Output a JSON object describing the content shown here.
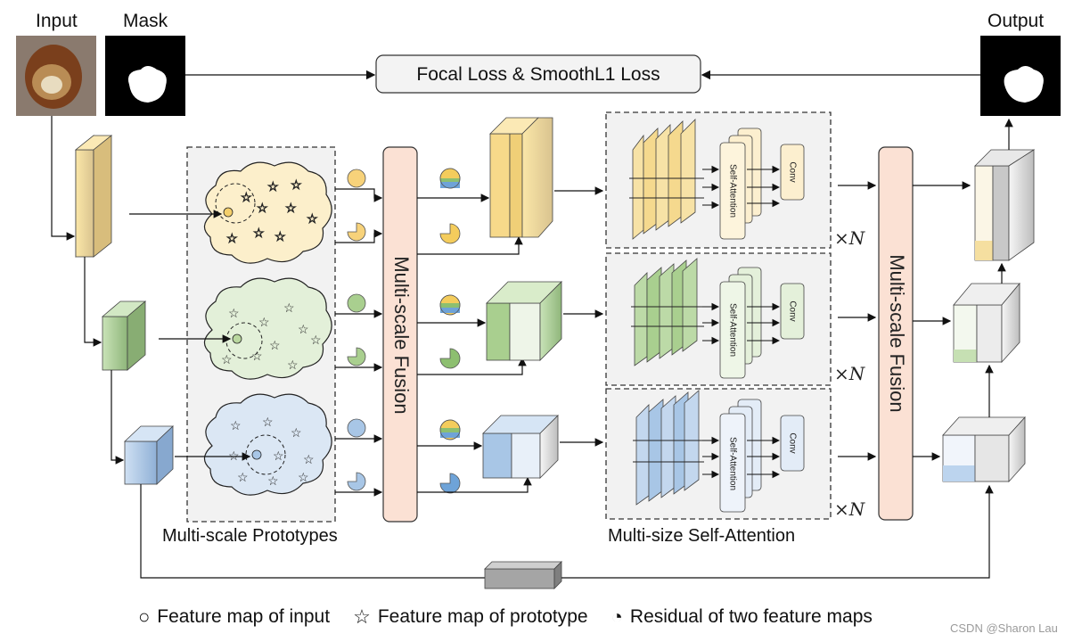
{
  "labels": {
    "input": "Input",
    "mask": "Mask",
    "output": "Output",
    "loss": "Focal Loss & SmoothL1 Loss",
    "fusion_left": "Multi-scale Fusion",
    "fusion_right": "Multi-scale Fusion",
    "prototypes": "Multi-scale Prototypes",
    "self_attention_region": "Multi-size Self-Attention",
    "self_attention": "Self-Attention",
    "conv": "Conv",
    "times_n": "×N"
  },
  "legend": {
    "circle_symbol": "○",
    "circle_text": "Feature map of input",
    "star_symbol": "☆",
    "star_text": "Feature map of prototype",
    "residual_symbol": "◔",
    "residual_text": "Residual of two feature maps"
  },
  "watermark": "CSDN @Sharon Lau",
  "colors": {
    "yellow": "#f7d98a",
    "green": "#a9cf8f",
    "blue": "#a8c6e6",
    "fusion": "#f9ddd0",
    "gray": "#9c9c9c"
  }
}
